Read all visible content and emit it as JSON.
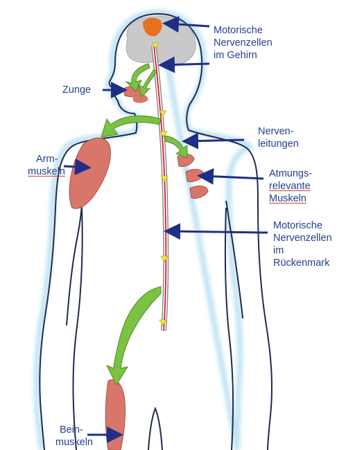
{
  "colors": {
    "body_outline": "#1e2a4a",
    "body_glow": "#bfe3f5",
    "brain": "#c9c9cc",
    "muscle": "#d9766a",
    "motor_cell": "#e8701e",
    "spinal_red": "#d61e2a",
    "green_arrow": "#7cc242",
    "yellow_marker": "#f2ea3a",
    "label_arrow": "#1f2f86",
    "label_text": "#24408e"
  },
  "labels": {
    "brain_cells": [
      "Motorische",
      "Nervenzellen",
      "im Gehirn"
    ],
    "tongue": [
      "Zunge"
    ],
    "nerves": [
      "Nerven-",
      "leitungen"
    ],
    "arm": [
      "Arm-",
      "muskeln"
    ],
    "breathing": [
      "Atmungs-",
      "relevante",
      "Muskeln"
    ],
    "spinal_cells": [
      "Motorische",
      "Nervenzellen",
      "im",
      "Rückenmark"
    ],
    "leg": [
      "Bein-",
      "muskeln"
    ]
  }
}
